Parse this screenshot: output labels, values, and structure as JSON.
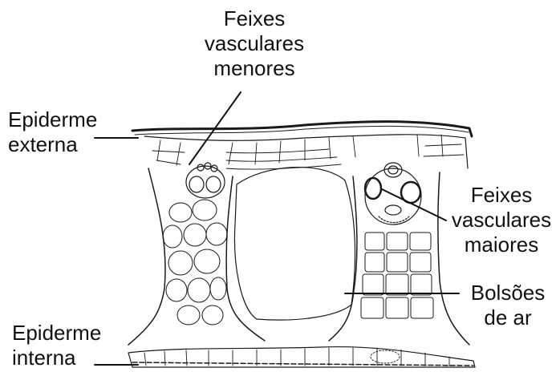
{
  "labels": {
    "minor_bundles": [
      "Feixes",
      "vasculares",
      "menores"
    ],
    "outer_epidermis": [
      "Epiderme",
      "externa"
    ],
    "major_bundles": [
      "Feixes",
      "vasculares",
      "maiores"
    ],
    "air_pockets": [
      "Bolsões",
      "de ar"
    ],
    "inner_epidermis": [
      "Epiderme",
      "interna"
    ]
  },
  "colors": {
    "ink": "#111111",
    "background": "#ffffff"
  }
}
